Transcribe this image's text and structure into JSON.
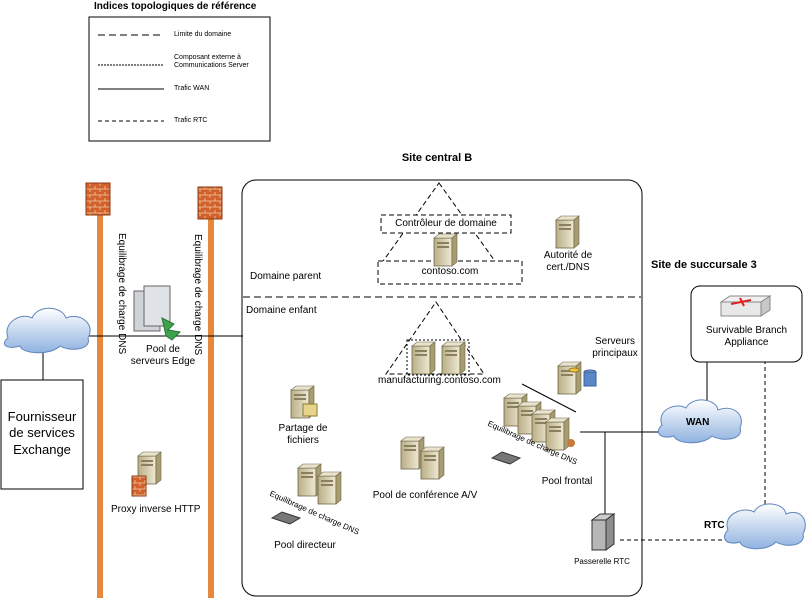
{
  "legend": {
    "title": "Indices topologiques de référence",
    "items": [
      "Limite du domaine",
      "Composant externe à Communications Server",
      "Trafic WAN",
      "Trafic RTC"
    ]
  },
  "site_central": {
    "title": "Site central B",
    "domain_controller": "Contrôleur de domaine",
    "parent_fqdn": "contoso.com",
    "ca_dns": "Autorité de cert./DNS",
    "parent_label": "Domaine parent",
    "child_label": "Domaine enfant",
    "child_fqdn": "manufacturing.contoso.com",
    "back_end": "Serveurs principaux",
    "file_share": "Partage de fichiers",
    "av_pool": "Pool de conférence A/V",
    "front_end": "Pool frontal",
    "director": "Pool directeur",
    "dns_lb": "Equilibrage de charge DNS",
    "pstn_gateway": "Passerelle RTC"
  },
  "perimeter": {
    "dns_lb_left": "Equilibrage de charge DNS",
    "dns_lb_right": "Equilibrage de charge DNS",
    "edge_pool": "Pool de serveurs Edge",
    "reverse_proxy": "Proxy inverse HTTP"
  },
  "exchange": {
    "label": "Fournisseur de services Exchange"
  },
  "branch": {
    "title": "Site de succursale 3",
    "sba": "Survivable Branch Appliance"
  },
  "clouds": {
    "wan": "WAN",
    "pstn": "RTC"
  }
}
